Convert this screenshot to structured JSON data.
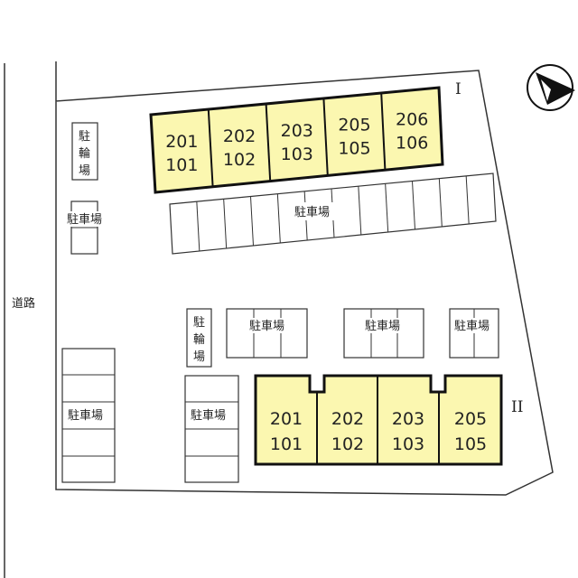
{
  "road_label": "道路",
  "building_1": {
    "label": "I",
    "units": [
      {
        "top": "201",
        "bottom": "101"
      },
      {
        "top": "202",
        "bottom": "102"
      },
      {
        "top": "203",
        "bottom": "103"
      },
      {
        "top": "205",
        "bottom": "105"
      },
      {
        "top": "206",
        "bottom": "106"
      }
    ]
  },
  "building_2": {
    "label": "II",
    "units": [
      {
        "top": "201",
        "bottom": "101"
      },
      {
        "top": "202",
        "bottom": "102"
      },
      {
        "top": "203",
        "bottom": "103"
      },
      {
        "top": "205",
        "bottom": "105"
      }
    ]
  },
  "parking_label": "駐車場",
  "bike_parking_chars": [
    "駐",
    "輪",
    "場"
  ],
  "colors": {
    "unit_fill": "#fbf7b0",
    "line": "#333333",
    "building_border": "#111111"
  },
  "compass": "north-arrow-icon"
}
